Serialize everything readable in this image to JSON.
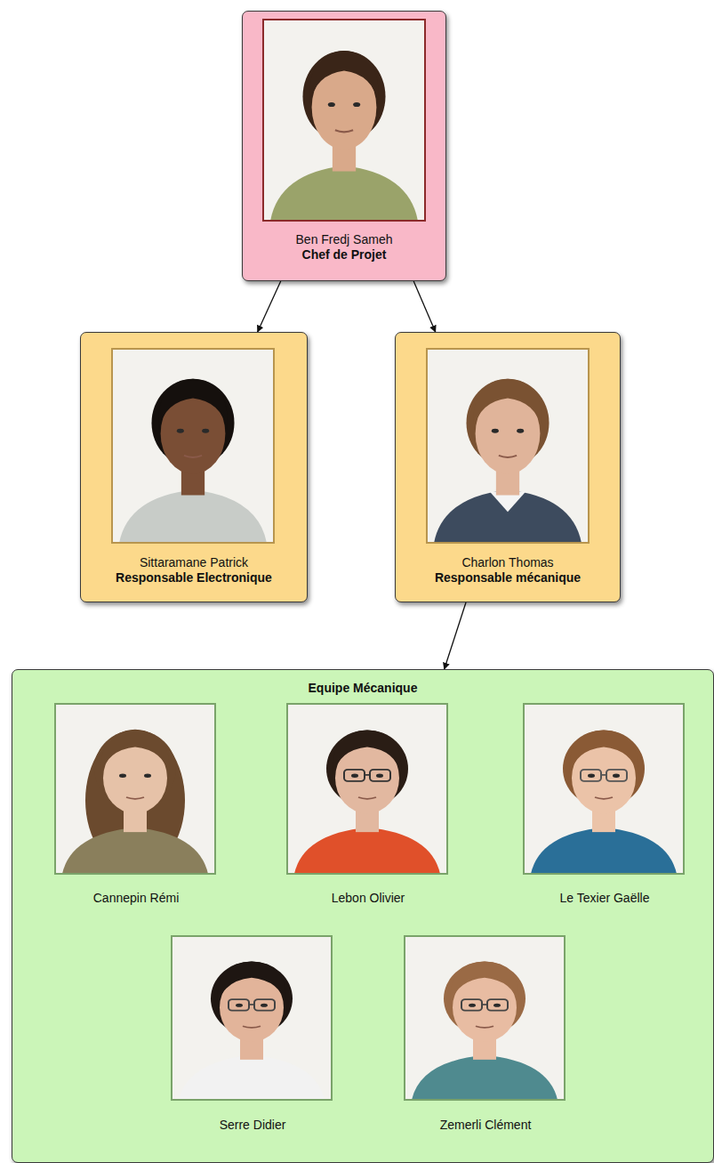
{
  "diagram": {
    "nodes": [
      {
        "text": [
          "Ben Fredj Sameh",
          "Chef de Projet"
        ]
      },
      {
        "text": [
          "Sittaramane Patrick",
          "Responsable Electronique"
        ]
      },
      {
        "text": [
          "Charlon Thomas",
          "Responsable mécanique"
        ]
      },
      {
        "text": [
          "Equipe Mécanique"
        ]
      },
      {
        "text": [
          "Cannepin Rémi"
        ],
        "in": 3
      },
      {
        "text": [
          "Lebon Olivier"
        ],
        "in": 3
      },
      {
        "text": [
          "Le Texier Gaëlle"
        ],
        "in": 3
      },
      {
        "text": [
          "Serre Didier"
        ],
        "in": 3
      },
      {
        "text": [
          "Zemerli Clément"
        ],
        "in": 3
      }
    ],
    "edges": [
      {
        "from": 0,
        "to": 1,
        "arrow": "to"
      },
      {
        "from": 0,
        "to": 2,
        "arrow": "to"
      },
      {
        "from": 2,
        "to": 3,
        "arrow": "to"
      }
    ]
  }
}
